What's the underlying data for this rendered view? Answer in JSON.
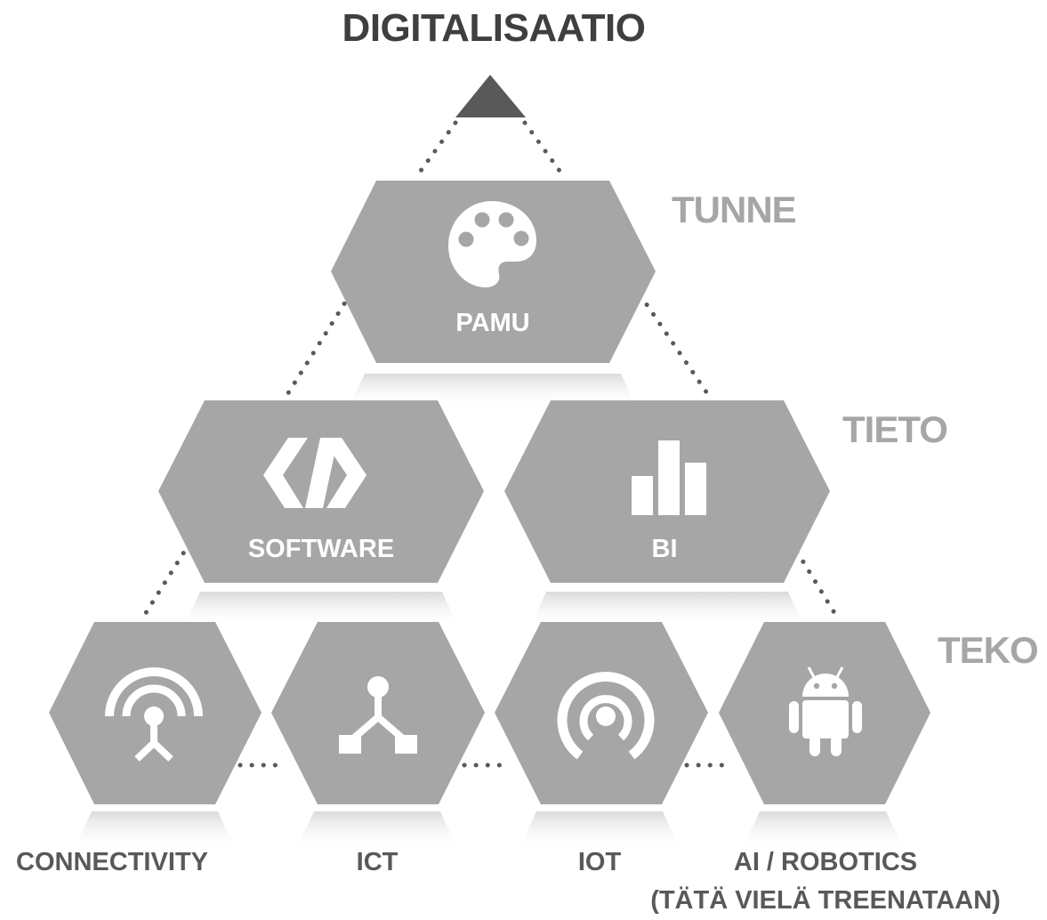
{
  "title": "DIGITALISAATIO",
  "levels": {
    "top": "TUNNE",
    "middle": "TIETO",
    "bottom": "TEKO"
  },
  "nodes": {
    "pamu": {
      "label": "PAMU",
      "icon": "palette-icon"
    },
    "software": {
      "label": "SOFTWARE",
      "icon": "code-slash-icon"
    },
    "bi": {
      "label": "BI",
      "icon": "bar-chart-icon"
    },
    "connectivity": {
      "label": "CONNECTIVITY",
      "icon": "antenna-signal-icon"
    },
    "ict": {
      "label": "ICT",
      "icon": "network-tree-icon"
    },
    "iot": {
      "label": "IOT",
      "icon": "broadcast-icon"
    },
    "ai": {
      "label": "AI / ROBOTICS",
      "sublabel": "(TÄTÄ VIELÄ TREENATAAN)",
      "icon": "android-robot-icon"
    }
  },
  "colors": {
    "hexagon": "#a6a6a6",
    "title": "#3f3f3f",
    "level_text": "#a6a6a6",
    "bottom_text": "#595959",
    "dots": "#595959",
    "apex": "#595959"
  }
}
